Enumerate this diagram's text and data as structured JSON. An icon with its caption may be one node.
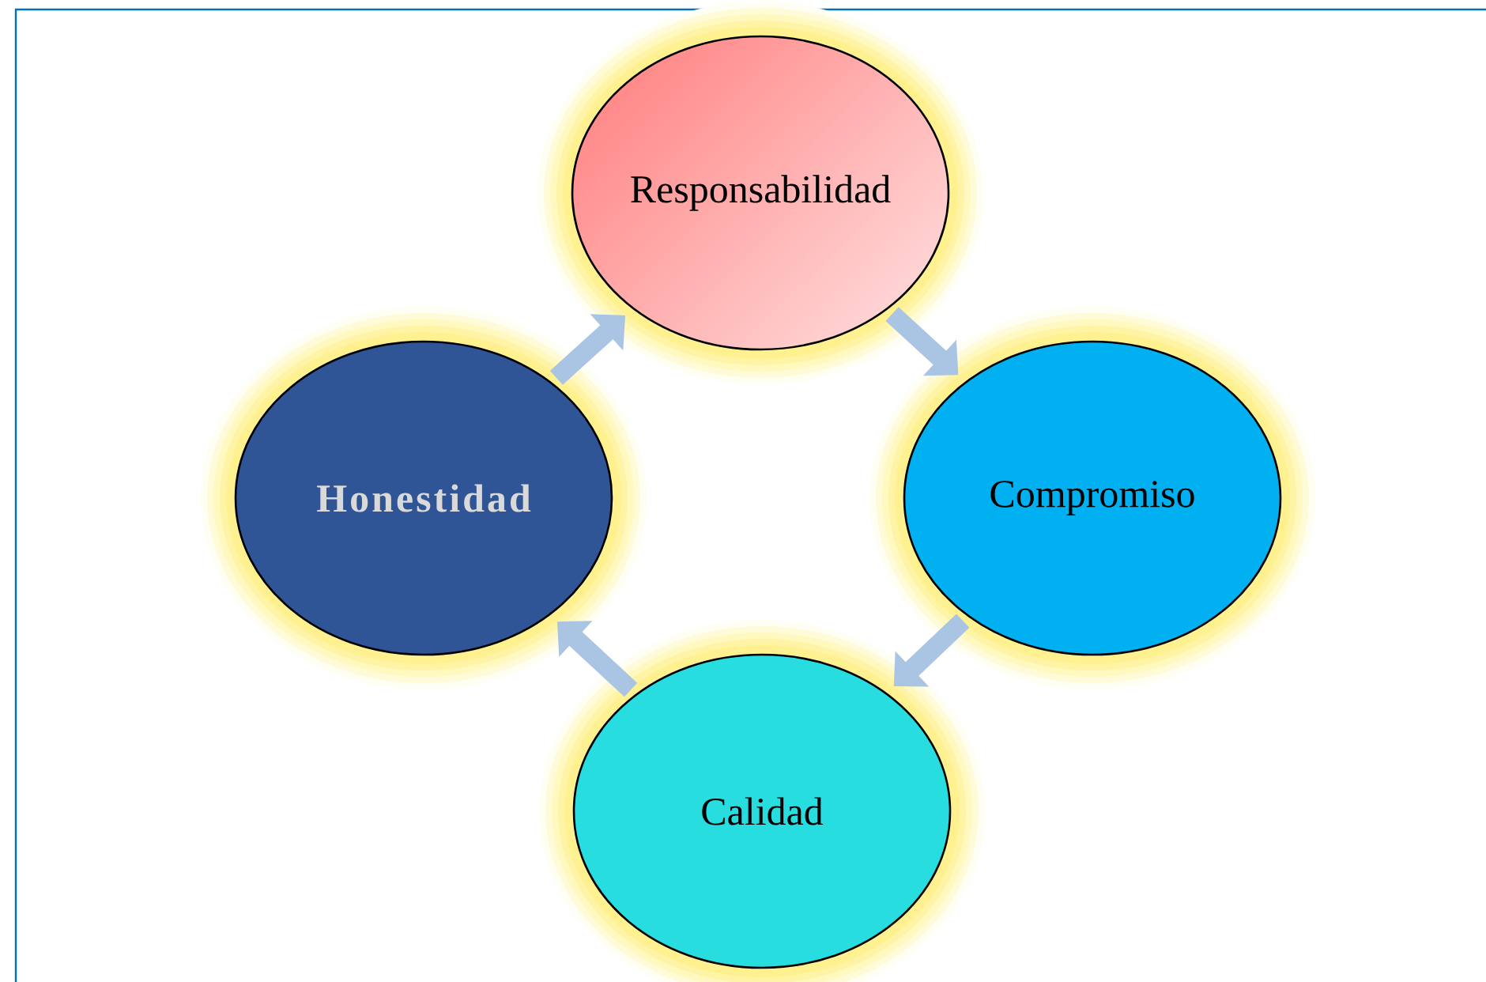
{
  "diagram": {
    "nodes": [
      {
        "text": [
          "Responsabilidad"
        ]
      },
      {
        "text": [
          "Compromiso"
        ]
      },
      {
        "text": [
          "Calidad"
        ]
      },
      {
        "text": [
          "Honestidad"
        ]
      }
    ],
    "edges": [
      {
        "from": 0,
        "to": 1,
        "arrow": "to"
      },
      {
        "from": 1,
        "to": 2,
        "arrow": "to"
      },
      {
        "from": 2,
        "to": 3,
        "arrow": "to"
      },
      {
        "from": 3,
        "to": 0,
        "arrow": "to"
      }
    ]
  }
}
